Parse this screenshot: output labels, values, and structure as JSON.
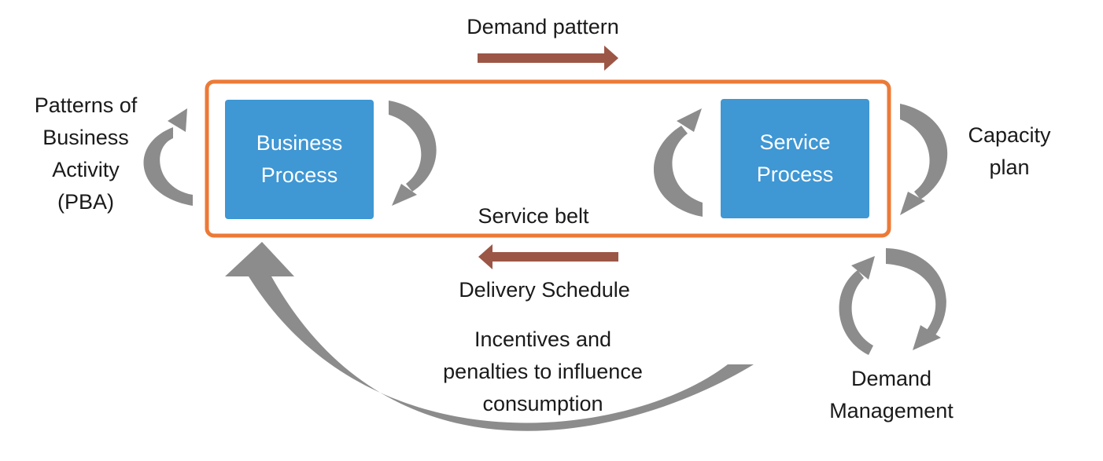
{
  "colors": {
    "belt_border": "#ec7a37",
    "process_box": "#3f97d4",
    "flow_arrow": "#9c5646",
    "cycle_arrow": "#8c8c8c",
    "text": "#1a1a1a",
    "box_text": "#ffffff"
  },
  "diagram": {
    "demand_pattern": "Demand pattern",
    "service_belt": "Service belt",
    "delivery_schedule": "Delivery Schedule",
    "pba": "Patterns of\nBusiness\nActivity\n(PBA)",
    "capacity_plan": "Capacity\nplan",
    "incentives": "Incentives and\npenalties to influence\nconsumption",
    "demand_management": "Demand\nManagement",
    "business_process": "Business\nProcess",
    "service_process": "Service\nProcess"
  },
  "icons": {
    "demand_pattern_arrow": "arrow-right-icon",
    "delivery_schedule_arrow": "arrow-left-icon",
    "cycle_arrow": "curved-arrow-icon"
  }
}
